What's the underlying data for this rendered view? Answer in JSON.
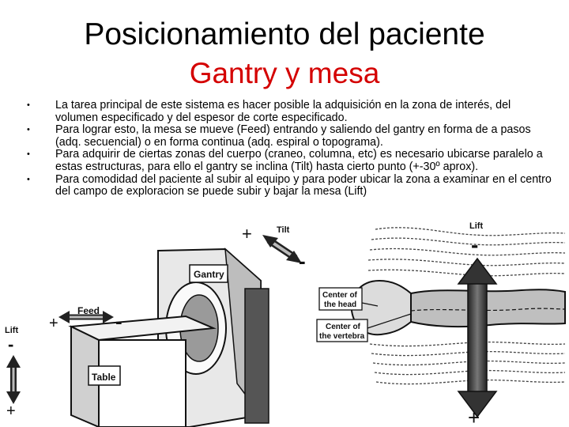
{
  "slide": {
    "title": "Posicionamiento del paciente",
    "subtitle": "Gantry y mesa",
    "bullet_symbol": "•",
    "bullets": [
      "La tarea principal de este sistema es hacer posible la adquisición en la zona de interés, del volumen especificado y del espesor de corte especificado.",
      "Para lograr esto, la mesa se mueve (Feed) entrando y saliendo del gantry en forma de a pasos (adq. secuencial) o en forma continua (adq. espiral o topograma).",
      "Para adquirir de ciertas zonas del cuerpo (craneo, columna, etc) es necesario ubicarse paralelo a estas estructuras, para ello el gantry se inclina (Tilt) hasta cierto punto (+-30º aprox).",
      "Para comodidad del paciente al subir al equipo y para poder ubicar la zona a examinar en el centro del campo de exploracion se puede subir y bajar la mesa (Lift)"
    ]
  },
  "figure": {
    "tilt": "Tilt",
    "gantry": "Gantry",
    "feed": "Feed",
    "table": "Table",
    "lift_left": "Lift",
    "lift_right": "Lift",
    "center_head_1": "Center of",
    "center_head_2": "the head",
    "center_vert_1": "Center of",
    "center_vert_2": "the vertebra",
    "plus": "+",
    "minus": "-"
  }
}
